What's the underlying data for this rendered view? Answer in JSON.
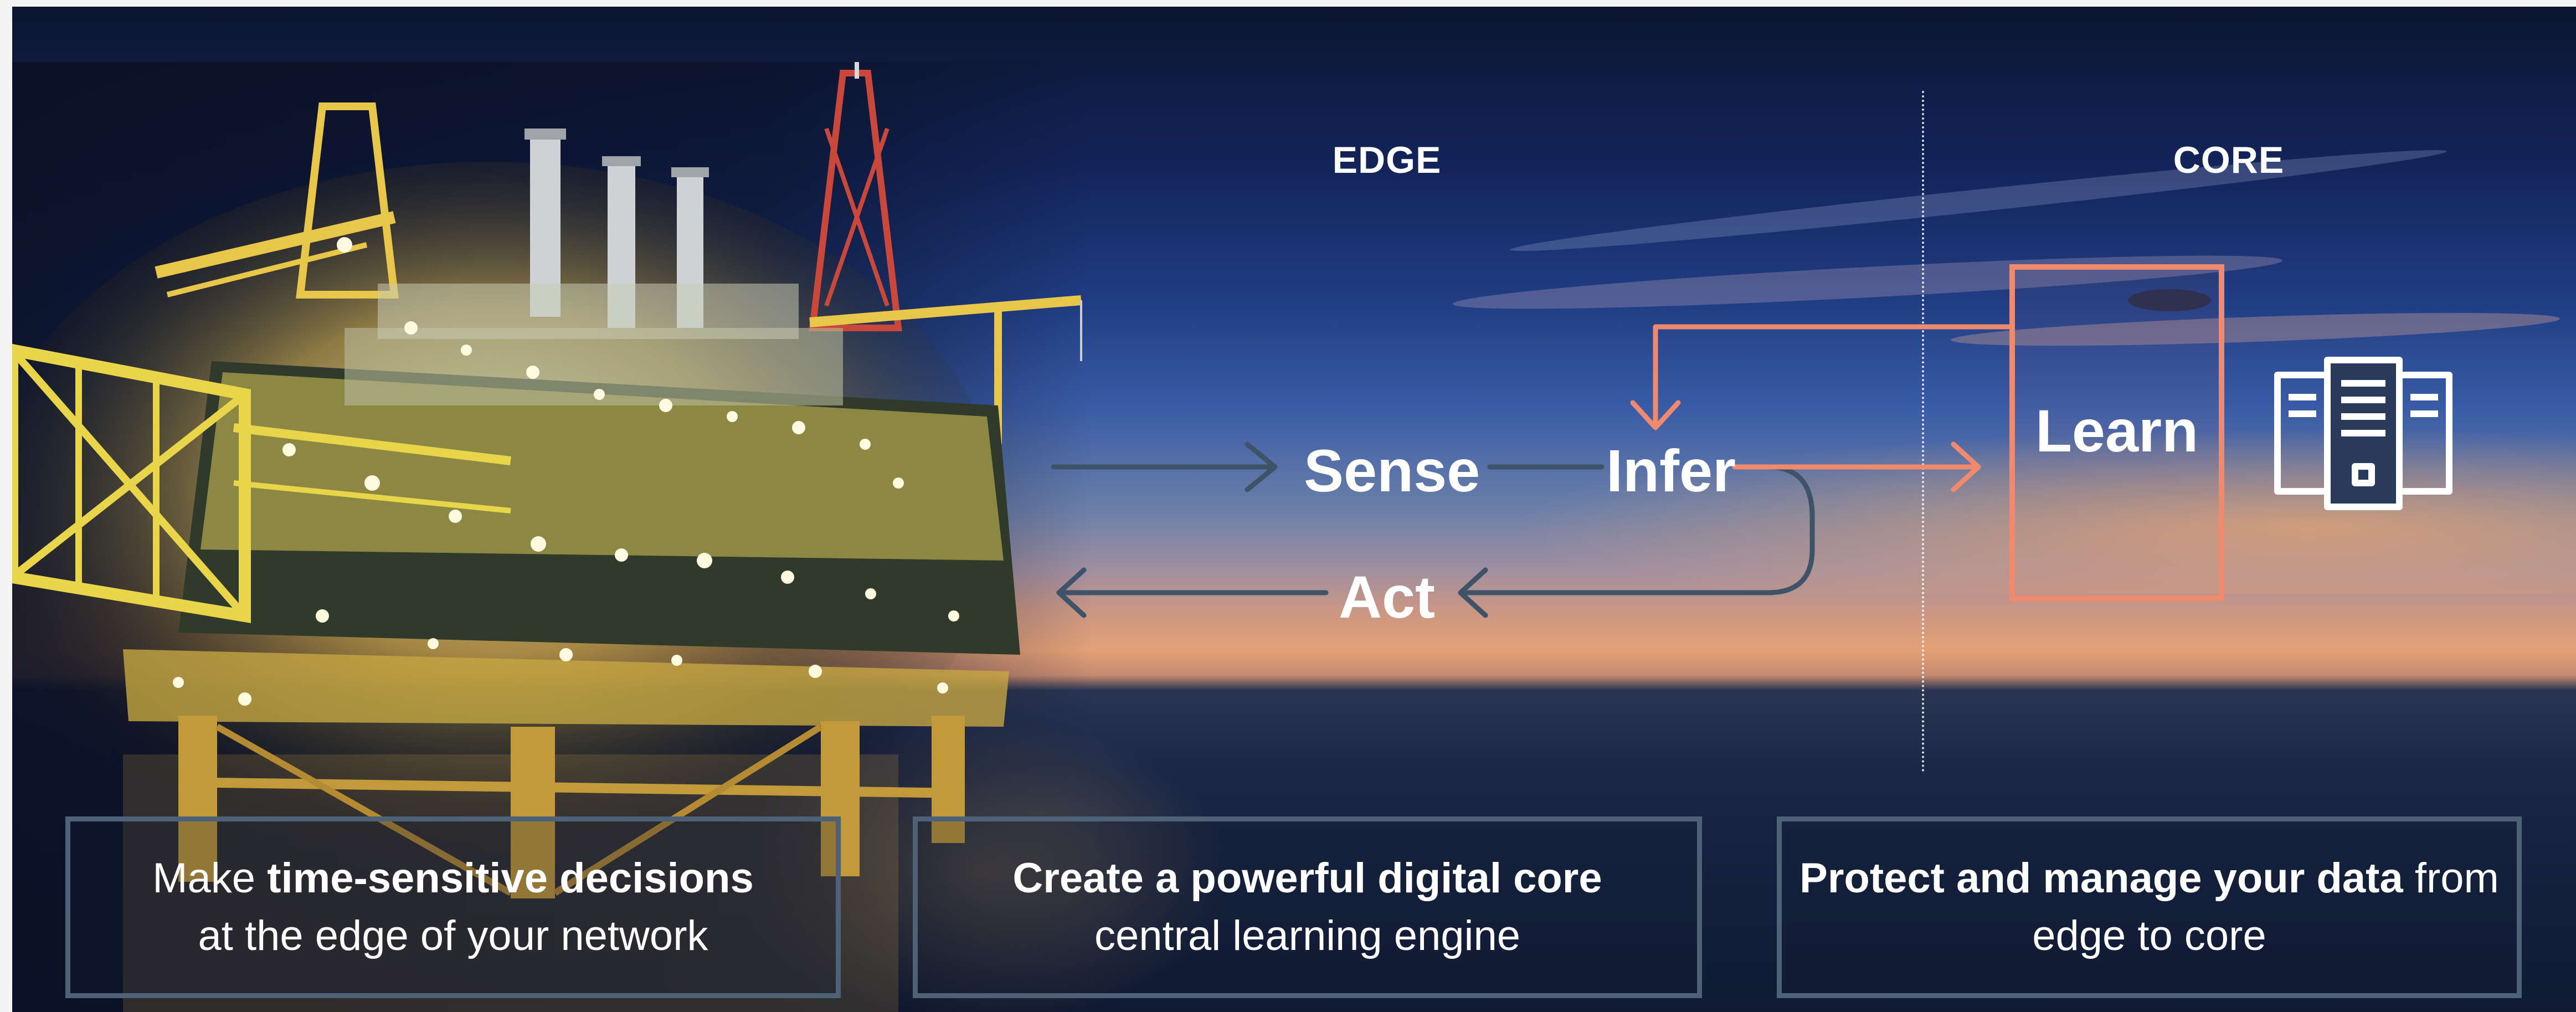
{
  "sections": {
    "edge_label": "EDGE",
    "core_label": "CORE"
  },
  "flow": {
    "sense": "Sense",
    "infer": "Infer",
    "act": "Act",
    "learn": "Learn"
  },
  "colors": {
    "accent": "#f08a6f",
    "dark_arrow": "#3e5368",
    "card_border": "#4d6177",
    "text": "#ffffff"
  },
  "cards": [
    {
      "line1_plain": "Make ",
      "line1_bold": "time-sensitive decisions",
      "line1_tail": "",
      "line2": "at the edge of your network"
    },
    {
      "line1_plain": "",
      "line1_bold": "Create a powerful digital core",
      "line1_tail": "",
      "line2": "central learning engine"
    },
    {
      "line1_plain": "",
      "line1_bold": "Protect and manage your data",
      "line1_tail": " from",
      "line2": "edge to core"
    }
  ],
  "icons": {
    "server": "server-icon",
    "platform": "oil-platform-image"
  }
}
